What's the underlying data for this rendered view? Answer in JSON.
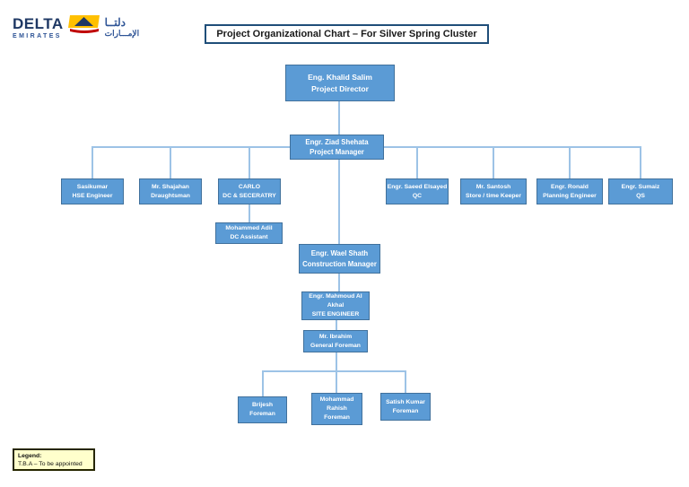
{
  "header": {
    "logo": {
      "brand": "DELTA",
      "brand_sub": "EMIRATES",
      "brand_ar": "دلتــا",
      "brand_sub_ar": "الإمـــارات"
    },
    "title": "Project Organizational Chart – For Silver Spring Cluster"
  },
  "org": {
    "director": {
      "name": "Eng. Khalid Salim",
      "role": "Project Director"
    },
    "manager": {
      "name": "Engr. Ziad Shehata",
      "role": "Project Manager"
    },
    "hse": {
      "name": "Sasikumar",
      "role": "HSE Engineer"
    },
    "draughtsman": {
      "name": "Mr. Shajahan",
      "role": "Draughtsman"
    },
    "carlo": {
      "name": "CARLO",
      "role": "DC & SECERATRY"
    },
    "adil": {
      "name": "Mohammed Adil",
      "role": "DC Assistant"
    },
    "qc": {
      "name": "Engr. Saeed Elsayed",
      "role": "QC"
    },
    "storekeeper": {
      "name": "Mr. Santosh",
      "role": "Store / time Keeper"
    },
    "planning": {
      "name": "Engr. Ronald",
      "role": "Planning Engineer"
    },
    "qs": {
      "name": "Engr. Sumaiz",
      "role": "QS"
    },
    "construction": {
      "name": "Engr. Wael Shath",
      "role": "Construction Manager"
    },
    "site": {
      "name": "Engr. Mahmoud Al Akhal",
      "role": "SITE ENGINEER"
    },
    "general_foreman": {
      "name": "Mr. Ibrahim",
      "role": "General Foreman"
    },
    "brijesh": {
      "name": "Brijesh",
      "role": "Foreman"
    },
    "rahish": {
      "name": "Mohammad Rahish",
      "role": "Foreman"
    },
    "satish": {
      "name": "Satish Kumar",
      "role": "Foreman"
    }
  },
  "legend": {
    "heading": "Legend:",
    "entry": "T.B.A – To be appointed"
  },
  "colors": {
    "node_fill": "#5B9BD5",
    "node_border": "#41719C",
    "connector": "#9DC3E6",
    "title_border": "#1F4E79",
    "legend_bg": "#FFFFCC",
    "brand_navy": "#1F3864",
    "brand_blue": "#2E5496",
    "brand_yellow": "#FFC000",
    "brand_red": "#C00000"
  }
}
